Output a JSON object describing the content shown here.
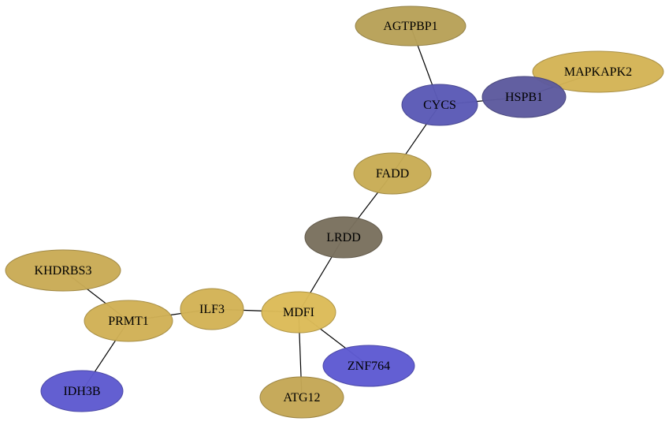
{
  "graph": {
    "nodes": [
      {
        "id": "agtpbp1",
        "label": "AGTPBP1",
        "color": "#b8a158"
      },
      {
        "id": "mapkapk2",
        "label": "MAPKAPK2",
        "color": "#d4b456"
      },
      {
        "id": "hspb1",
        "label": "HSPB1",
        "color": "#5d5a9e"
      },
      {
        "id": "cycs",
        "label": "CYCS",
        "color": "#5b5ab6"
      },
      {
        "id": "fadd",
        "label": "FADD",
        "color": "#c8ac55"
      },
      {
        "id": "lrdd",
        "label": "LRDD",
        "color": "#7a715e"
      },
      {
        "id": "khdrbs3",
        "label": "KHDRBS3",
        "color": "#c9ab56"
      },
      {
        "id": "prmt1",
        "label": "PRMT1",
        "color": "#d1b156"
      },
      {
        "id": "ilf3",
        "label": "ILF3",
        "color": "#d3b356"
      },
      {
        "id": "mdfi",
        "label": "MDFI",
        "color": "#dcbb58"
      },
      {
        "id": "znf764",
        "label": "ZNF764",
        "color": "#5e5ad2"
      },
      {
        "id": "idh3b",
        "label": "IDH3B",
        "color": "#5e5ad0"
      },
      {
        "id": "atg12",
        "label": "ATG12",
        "color": "#c4a756"
      }
    ],
    "edges": [
      {
        "source": "agtpbp1",
        "target": "cycs"
      },
      {
        "source": "cycs",
        "target": "hspb1"
      },
      {
        "source": "hspb1",
        "target": "mapkapk2"
      },
      {
        "source": "cycs",
        "target": "fadd"
      },
      {
        "source": "fadd",
        "target": "lrdd"
      },
      {
        "source": "lrdd",
        "target": "mdfi"
      },
      {
        "source": "mdfi",
        "target": "ilf3"
      },
      {
        "source": "ilf3",
        "target": "prmt1"
      },
      {
        "source": "prmt1",
        "target": "khdrbs3"
      },
      {
        "source": "prmt1",
        "target": "idh3b"
      },
      {
        "source": "mdfi",
        "target": "znf764"
      },
      {
        "source": "mdfi",
        "target": "atg12"
      }
    ]
  }
}
